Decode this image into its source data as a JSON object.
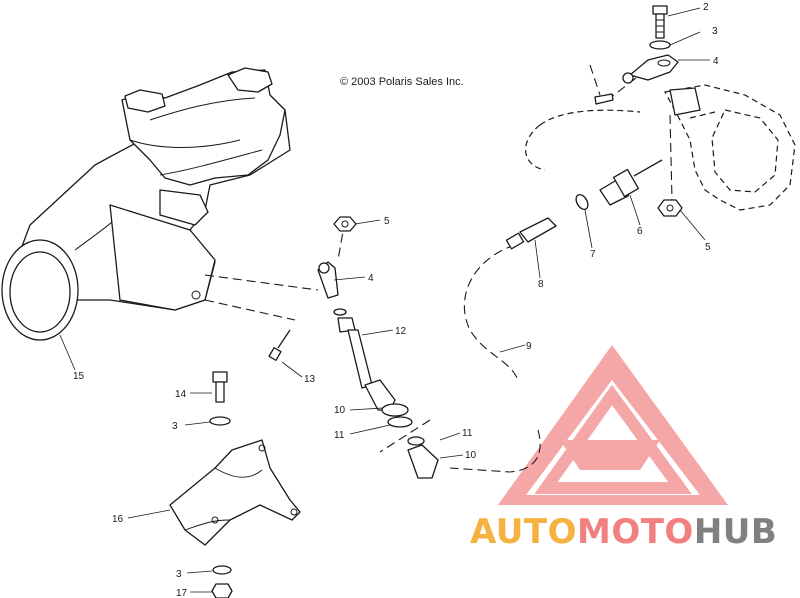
{
  "diagram": {
    "copyright": "© 2003 Polaris Sales Inc.",
    "callouts": [
      "2",
      "3",
      "4",
      "4",
      "5",
      "5",
      "6",
      "7",
      "8",
      "9",
      "10",
      "10",
      "11",
      "11",
      "12",
      "13",
      "14",
      "3",
      "15",
      "16",
      "3",
      "17"
    ]
  },
  "watermark": {
    "part1": "AUTO",
    "part2": "MOTO",
    "part3": "HUB",
    "colors": {
      "orange": "#f5b240",
      "red": "#f28080",
      "gray": "#808080"
    }
  }
}
